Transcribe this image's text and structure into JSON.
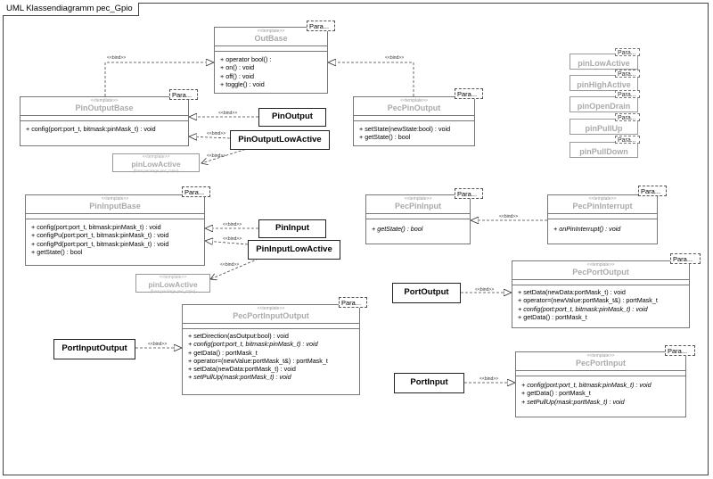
{
  "frame_title": "UML Klassendiagramm pec_Gpio",
  "template_stereotype": "<<template>>",
  "param_label": "Para...",
  "bind_label": "<<bind>>",
  "from_package": "(from package pec_Gpio)",
  "classes": {
    "out_base": {
      "name": "OutBase",
      "ops": [
        "+ operator bool() :",
        "+ on() : void",
        "+ off() : void",
        "+ toggle() : void"
      ]
    },
    "pin_output_base": {
      "name": "PinOutputBase",
      "ops": [
        "+ config(port:port_t, bitmask:pinMask_t) : void"
      ]
    },
    "pec_pin_output": {
      "name": "PecPinOutput",
      "ops": [
        "+ setState(newState:bool) : void",
        "+ getState() : bool"
      ]
    },
    "pin_output": {
      "name": "PinOutput"
    },
    "pin_output_low_active": {
      "name": "PinOutputLowActive"
    },
    "pin_low_active_ref1": {
      "name": "pinLowActive"
    },
    "pin_input_base": {
      "name": "PinInputBase",
      "ops": [
        "+ config(port:port_t, bitmask:pinMask_t) : void",
        "+ configPu(port:port_t, bitmask:pinMask_t) : void",
        "+ configPd(port:port_t, bitmask:pinMask_t) : void",
        "+ getState() : bool"
      ]
    },
    "pin_input": {
      "name": "PinInput"
    },
    "pin_input_low_active": {
      "name": "PinInputLowActive"
    },
    "pin_low_active_ref2": {
      "name": "pinLowActive"
    },
    "pec_pin_input": {
      "name": "PecPinInput",
      "ops": [
        "+ getState() : bool"
      ]
    },
    "pec_pin_interrupt": {
      "name": "PecPinInterrupt",
      "ops": [
        "+ onPinInterrupt() : void"
      ]
    },
    "pec_port_output": {
      "name": "PecPortOutput",
      "ops": [
        "+ setData(newData:portMask_t) : void",
        "+ operator=(newValue:portMask_t&) : portMask_t",
        "+ config(port:port_t, bitmask:pinMask_t) : void",
        "+ getData() : portMask_t"
      ]
    },
    "port_output": {
      "name": "PortOutput"
    },
    "pec_port_input_output": {
      "name": "PecPortInputOutput",
      "ops": [
        "+ setDirection(asOutput:bool) : void",
        "+ config(port:port_t, bitmask:pinMask_t) : void",
        "+ getData() : portMask_t",
        "+ operator=(newValue:portMask_t&) : portMask_t",
        "+ setData(newData:portMask_t) : void",
        "+ setPullUp(mask:portMask_t) : void"
      ]
    },
    "port_input_output": {
      "name": "PortInputOutput"
    },
    "pec_port_input": {
      "name": "PecPortInput",
      "ops": [
        "+ config(port:port_t, bitmask:pinMask_t) : void",
        "+ getData() : portMask_t",
        "+ setPullUp(mask:portMask_t) : void"
      ]
    },
    "port_input": {
      "name": "PortInput"
    }
  },
  "right_column": [
    "pinLowActive",
    "pinHighActive",
    "pinOpenDrain",
    "pinPullUp",
    "pinPullDown"
  ],
  "right_column_params": [
    "Para...",
    "Para...",
    "Para...",
    "Para...",
    "Para..."
  ]
}
